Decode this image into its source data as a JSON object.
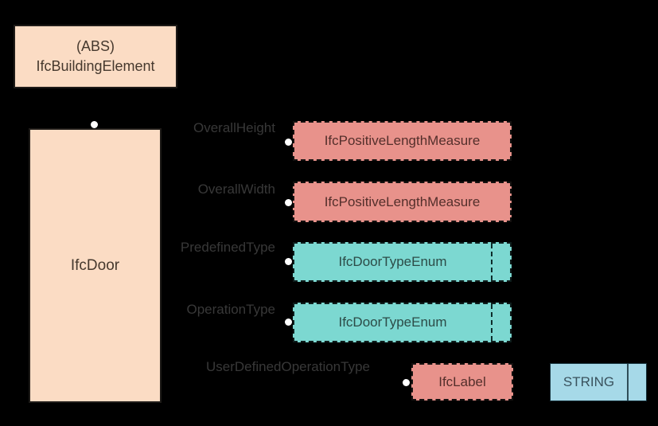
{
  "diagram": {
    "supertype": {
      "prefix": "(ABS)",
      "name": "IfcBuildingElement"
    },
    "entity": {
      "name": "IfcDoor"
    },
    "simple_type": {
      "name": "STRING"
    },
    "attributes": [
      {
        "name": "OverallHeight",
        "type": "IfcPositiveLengthMeasure"
      },
      {
        "name": "OverallWidth",
        "type": "IfcPositiveLengthMeasure"
      },
      {
        "name": "PredefinedType",
        "type": "IfcDoorTypeEnum"
      },
      {
        "name": "OperationType",
        "type": "IfcDoorTypeEnum"
      },
      {
        "name": "UserDefinedOperationType",
        "type": "IfcLabel"
      }
    ],
    "colors": {
      "background": "#000000",
      "entity_fill": "#fbdcc4",
      "defined_type_fill": "#e8928b",
      "enum_fill": "#7cd8d1",
      "simple_type_fill": "#a6d9e8",
      "connector_dot": "#ffffff",
      "label_text": "#383838"
    }
  }
}
